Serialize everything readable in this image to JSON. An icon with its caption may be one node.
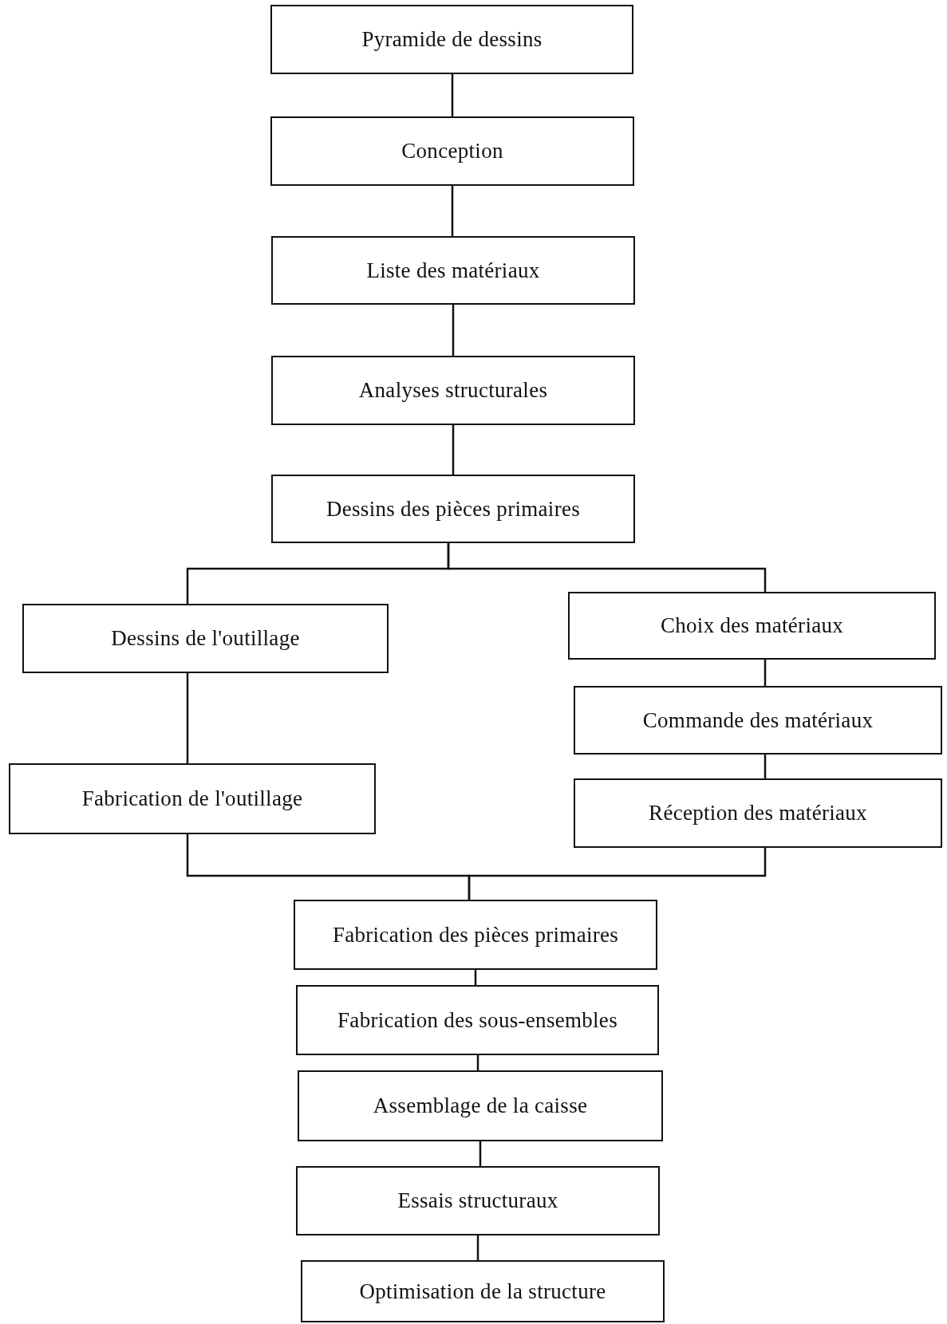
{
  "diagram": {
    "nodes": [
      {
        "text": [
          "Pyramide de dessins"
        ]
      },
      {
        "text": [
          "Conception"
        ]
      },
      {
        "text": [
          "Liste des matériaux"
        ]
      },
      {
        "text": [
          "Analyses structurales"
        ]
      },
      {
        "text": [
          "Dessins des pièces primaires"
        ]
      },
      {
        "text": [
          "Dessins de l'outillage"
        ]
      },
      {
        "text": [
          "Choix des matériaux"
        ]
      },
      {
        "text": [
          "Commande des matériaux"
        ]
      },
      {
        "text": [
          "Réception des matériaux"
        ]
      },
      {
        "text": [
          "Fabrication de l'outillage"
        ]
      },
      {
        "text": [
          "Fabrication des pièces primaires"
        ]
      },
      {
        "text": [
          "Fabrication des sous-ensembles"
        ]
      },
      {
        "text": [
          "Assemblage de la caisse"
        ]
      },
      {
        "text": [
          "Essais structuraux"
        ]
      },
      {
        "text": [
          "Optimisation de la structure"
        ]
      }
    ],
    "edges": [
      {
        "from": 0,
        "to": 1,
        "arrow": "none"
      },
      {
        "from": 1,
        "to": 2,
        "arrow": "none"
      },
      {
        "from": 2,
        "to": 3,
        "arrow": "none"
      },
      {
        "from": 3,
        "to": 4,
        "arrow": "none"
      },
      {
        "from": 4,
        "to": 5,
        "arrow": "none"
      },
      {
        "from": 4,
        "to": 6,
        "arrow": "none"
      },
      {
        "from": 5,
        "to": 9,
        "arrow": "none"
      },
      {
        "from": 6,
        "to": 7,
        "arrow": "none"
      },
      {
        "from": 7,
        "to": 8,
        "arrow": "none"
      },
      {
        "from": 9,
        "to": 10,
        "arrow": "none"
      },
      {
        "from": 8,
        "to": 10,
        "arrow": "none"
      },
      {
        "from": 10,
        "to": 11,
        "arrow": "none"
      },
      {
        "from": 11,
        "to": 12,
        "arrow": "none"
      },
      {
        "from": 12,
        "to": 13,
        "arrow": "none"
      },
      {
        "from": 13,
        "to": 14,
        "arrow": "none"
      }
    ]
  }
}
